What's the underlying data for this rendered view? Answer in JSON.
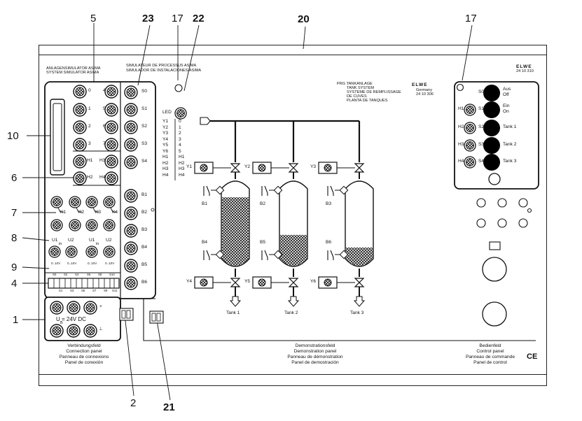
{
  "callouts": {
    "c5": "5",
    "c23": "23",
    "c17a": "17",
    "c22": "22",
    "c20": "20",
    "c17b": "17",
    "c10": "10",
    "c6": "6",
    "c7": "7",
    "c8": "8",
    "c9": "9",
    "c4": "4",
    "c1": "1",
    "c2": "2",
    "c21": "21"
  },
  "header": {
    "left_line1": "ANLAGENSIMULATOR ASIMA",
    "left_line2": "SYSTEM SIMULATOR ASIMA",
    "mid_line1": "SIMULATEUR DE PROCESSUS ASIMA",
    "mid_line2": "SIMULADOR DE INSTALACIONES ASIMA",
    "logo": "ELWE",
    "logo_num": "24 10 310"
  },
  "tank_system": {
    "title_code": "PRG TANKANLAGE",
    "line2": "TANK SYSTEM",
    "line3": "SYSTEME DE REMPLISSAGE",
    "line4": "DE CUVES",
    "line5": "PLANTA DE TANQUES",
    "logo": "ELWE",
    "logo_sub": "Germany",
    "logo_num": "24 10 306"
  },
  "connection": {
    "left_numbers": [
      "0",
      "1",
      "2",
      "3"
    ],
    "right_numbers": [
      "4",
      "5",
      "6",
      "7"
    ],
    "h_left": [
      "H1",
      "H2"
    ],
    "h_right": [
      "H3",
      "H4"
    ],
    "k_labels": [
      "K1",
      "K2",
      "K3",
      "K4"
    ],
    "u_labels": [
      "U1",
      "U2",
      "U1",
      "U2"
    ],
    "u_sub": "in",
    "range_labels": [
      "0..10V",
      "0..10V",
      "0..10V",
      "0..10V"
    ],
    "dip_top": [
      "S0",
      "S2",
      "S4",
      "S6",
      "S8",
      "S10"
    ],
    "dip_bottom": [
      "S1",
      "S3",
      "S5",
      "S7",
      "S9",
      "S11"
    ],
    "supply": "U = 24V DC",
    "supply_sub": "B",
    "plus": "+",
    "ground": "⊥",
    "footer": [
      "Verbindungsfeld",
      "Connection panel",
      "Panneau de connexions",
      "Panel de conexión"
    ]
  },
  "column_sockets": [
    "S0",
    "S1",
    "S2",
    "S3",
    "S4",
    "B1",
    "B2",
    "B3",
    "B4",
    "B5",
    "B6"
  ],
  "legend": {
    "led": "LED",
    "left": [
      "Y1",
      "Y2",
      "Y3",
      "Y4",
      "Y5",
      "Y6",
      "H1",
      "H2",
      "H3",
      "H4"
    ],
    "right": [
      "0",
      "1",
      "2",
      "3",
      "4",
      "5",
      "H1",
      "H2",
      "H3",
      "H4"
    ]
  },
  "demo": {
    "valves_top": [
      "Y1",
      "Y2",
      "Y3"
    ],
    "valves_bottom": [
      "Y4",
      "Y5",
      "Y6"
    ],
    "sensors_top": [
      "B1",
      "B2",
      "B3"
    ],
    "sensors_bottom": [
      "B4",
      "B5",
      "B6"
    ],
    "tanks": [
      "Tank 1",
      "Tank 2",
      "Tank 3"
    ],
    "tank_fill": [
      0.82,
      0.34,
      0.18
    ],
    "footer": [
      "Demonstrationsfeld",
      "Demonstration panel",
      "Panneau de démonstration",
      "Panel de demostración"
    ]
  },
  "control": {
    "buttons": [
      {
        "lamp": "",
        "switch": "S0",
        "label1": "Aus",
        "label2": "Off"
      },
      {
        "lamp": "H1",
        "switch": "S1",
        "label1": "Ein",
        "label2": "On"
      },
      {
        "lamp": "H2",
        "switch": "S2",
        "label1": "Tank 1",
        "label2": ""
      },
      {
        "lamp": "H3",
        "switch": "S3",
        "label1": "Tank 2",
        "label2": ""
      },
      {
        "lamp": "H4",
        "switch": "S4",
        "label1": "Tank 3",
        "label2": ""
      }
    ],
    "footer": [
      "Bedienfeld",
      "Control panel",
      "Panneau de commande",
      "Panel de control"
    ],
    "ce": "CE"
  }
}
